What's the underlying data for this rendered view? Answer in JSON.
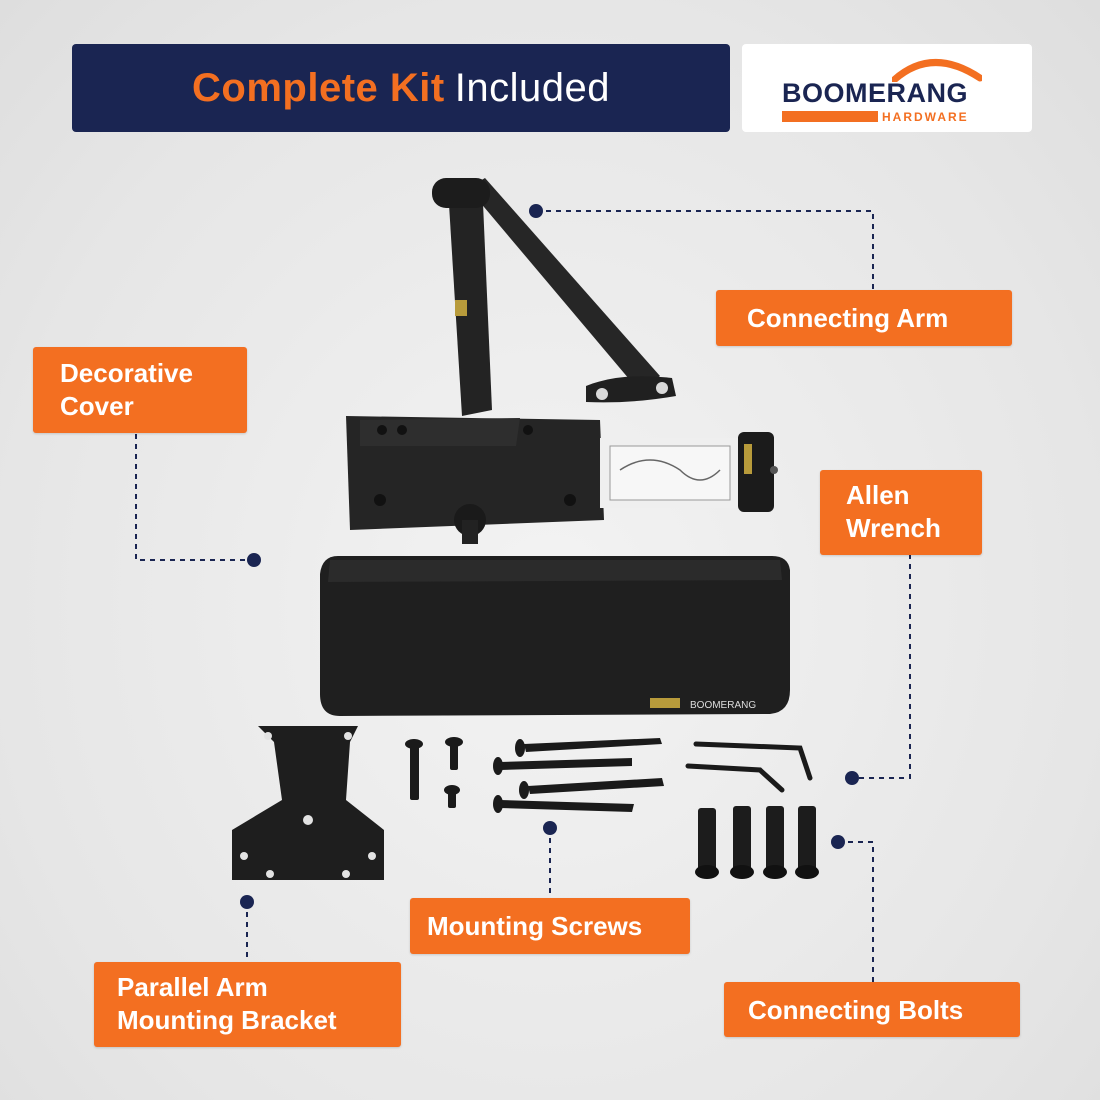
{
  "header": {
    "title_highlight": "Complete Kit",
    "title_rest": "Included"
  },
  "logo": {
    "wordmark": "BOOMERANG",
    "subtitle": "HARDWARE",
    "product_marking": "BOOMERANG"
  },
  "labels": {
    "connecting_arm": "Connecting Arm",
    "decorative_cover_l1": "Decorative",
    "decorative_cover_l2": "Cover",
    "allen_wrench_l1": "Allen",
    "allen_wrench_l2": "Wrench",
    "mounting_screws": "Mounting Screws",
    "parallel_bracket_l1": "Parallel Arm",
    "parallel_bracket_l2": "Mounting Bracket",
    "connecting_bolts": "Connecting Bolts"
  },
  "colors": {
    "accent": "#f36f21",
    "navy": "#1a2552",
    "product": "#1e1e1e"
  }
}
